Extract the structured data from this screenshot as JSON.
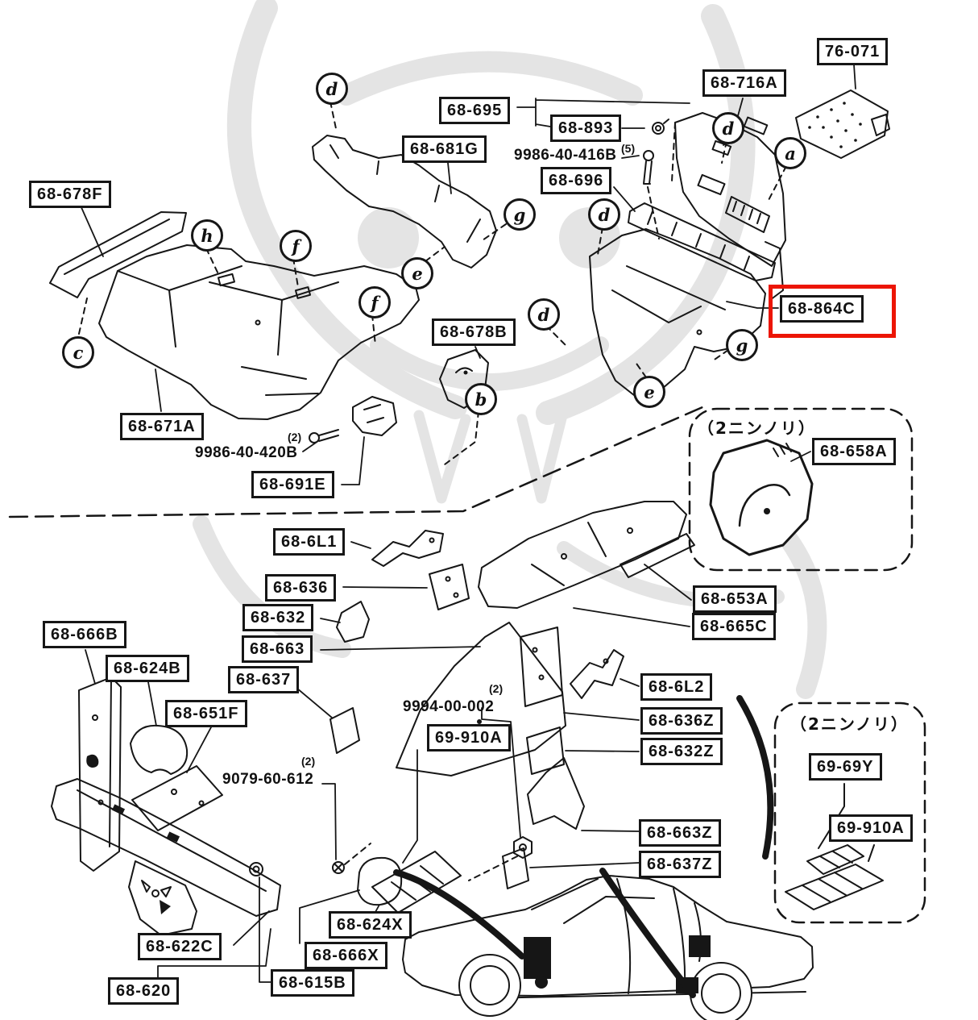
{
  "diagram": {
    "type": "parts-catalog-exploded-diagram",
    "section": "interior insulation / mats",
    "highlight": {
      "part": "68-864C",
      "color": "#ec1505"
    }
  },
  "colors": {
    "ink": "#161616",
    "background": "#ffffff",
    "watermark": "#e4e4e4",
    "highlight_red": "#ec1505"
  },
  "labels": [
    {
      "text": "68-678F"
    },
    {
      "text": "68-695"
    },
    {
      "text": "68-893"
    },
    {
      "text": "68-716A"
    },
    {
      "text": "76-071"
    },
    {
      "text": "68-681G"
    },
    {
      "text": "68-696"
    },
    {
      "text": "68-678B"
    },
    {
      "text": "68-671A"
    },
    {
      "text": "68-691E"
    },
    {
      "text": "68-864C"
    },
    {
      "text": "68-658A"
    },
    {
      "text": "68-6L1"
    },
    {
      "text": "68-636"
    },
    {
      "text": "68-632"
    },
    {
      "text": "68-663"
    },
    {
      "text": "68-637"
    },
    {
      "text": "68-666B"
    },
    {
      "text": "68-624B"
    },
    {
      "text": "68-651F"
    },
    {
      "text": "68-653A"
    },
    {
      "text": "68-665C"
    },
    {
      "text": "68-6L2"
    },
    {
      "text": "68-636Z"
    },
    {
      "text": "68-632Z"
    },
    {
      "text": "69-910A"
    },
    {
      "text": "68-663Z"
    },
    {
      "text": "68-637Z"
    },
    {
      "text": "68-622C"
    },
    {
      "text": "68-620"
    },
    {
      "text": "68-624X"
    },
    {
      "text": "68-666X"
    },
    {
      "text": "68-615B"
    },
    {
      "text": "69-69Y"
    },
    {
      "text": "69-910A"
    }
  ],
  "callouts": [
    {
      "letter": "c"
    },
    {
      "letter": "h"
    },
    {
      "letter": "f"
    },
    {
      "letter": "f"
    },
    {
      "letter": "d"
    },
    {
      "letter": "d"
    },
    {
      "letter": "d"
    },
    {
      "letter": "d"
    },
    {
      "letter": "e"
    },
    {
      "letter": "e"
    },
    {
      "letter": "g"
    },
    {
      "letter": "g"
    },
    {
      "letter": "b"
    },
    {
      "letter": "a"
    }
  ],
  "notes": [
    {
      "count": "(5)",
      "text": "9986-40-416B"
    },
    {
      "count": "(2)",
      "text": "9986-40-420B"
    },
    {
      "count": "(2)",
      "text": "9994-00-002"
    },
    {
      "count": "(2)",
      "text": "9079-60-612"
    }
  ],
  "jp_notes": [
    {
      "text": "（2ニンノリ）"
    },
    {
      "text": "（2ニンノリ）"
    }
  ]
}
